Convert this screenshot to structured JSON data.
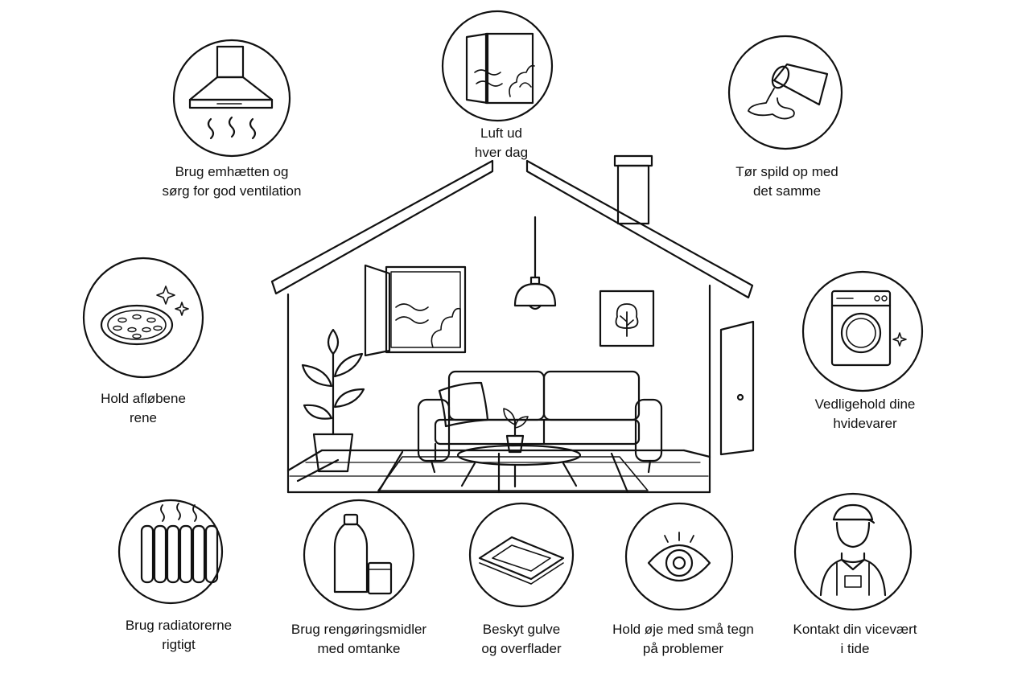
{
  "colors": {
    "line": "#111111",
    "background": "#ffffff"
  },
  "center": {
    "name": "house-living-room-illustration"
  },
  "tips": [
    {
      "id": "ventilation",
      "icon": "cooker-hood-icon",
      "lines": [
        "Brug emhætten og",
        "sørg for god ventilation"
      ]
    },
    {
      "id": "air-out",
      "icon": "open-window-icon",
      "lines": [
        "Luft ud",
        "hver dag"
      ]
    },
    {
      "id": "spills",
      "icon": "spilled-cup-icon",
      "lines": [
        "Tør spild op med",
        "det samme"
      ]
    },
    {
      "id": "drains",
      "icon": "drain-icon",
      "lines": [
        "Hold afløbene",
        "rene"
      ]
    },
    {
      "id": "appliances",
      "icon": "washing-machine-icon",
      "lines": [
        "Vedligehold dine",
        "hvidevarer"
      ]
    },
    {
      "id": "radiators",
      "icon": "radiator-icon",
      "lines": [
        "Brug radiatorerne",
        "rigtigt"
      ]
    },
    {
      "id": "cleaning",
      "icon": "cleaning-bottle-icon",
      "lines": [
        "Brug rengøringsmidler",
        "med omtanke"
      ]
    },
    {
      "id": "floors",
      "icon": "rug-icon",
      "lines": [
        "Beskyt gulve",
        "og overflader"
      ]
    },
    {
      "id": "watch",
      "icon": "eye-icon",
      "lines": [
        "Hold øje med små tegn",
        "på problemer"
      ]
    },
    {
      "id": "caretaker",
      "icon": "caretaker-icon",
      "lines": [
        "Kontakt din vicevært",
        "i tide"
      ]
    }
  ]
}
